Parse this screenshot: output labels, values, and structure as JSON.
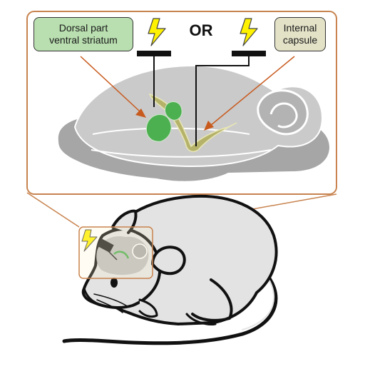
{
  "labels": {
    "dorsal": [
      "Dorsal part",
      "ventral striatum"
    ],
    "capsule": [
      "Internal",
      "capsule"
    ],
    "or": "OR"
  },
  "colors": {
    "dorsal_box": "#b9dfb0",
    "capsule_box": "#e3e2c7",
    "frame": "#c8834f",
    "arrow": "#c85a1e",
    "lightning_fill": "#fff200",
    "brain_gray": "#b3b3b3",
    "striatum_green": "#4caf50",
    "capsule_olive": "#b5b36a"
  },
  "icons": [
    "lightning-bolt-icon",
    "electrode-icon"
  ]
}
